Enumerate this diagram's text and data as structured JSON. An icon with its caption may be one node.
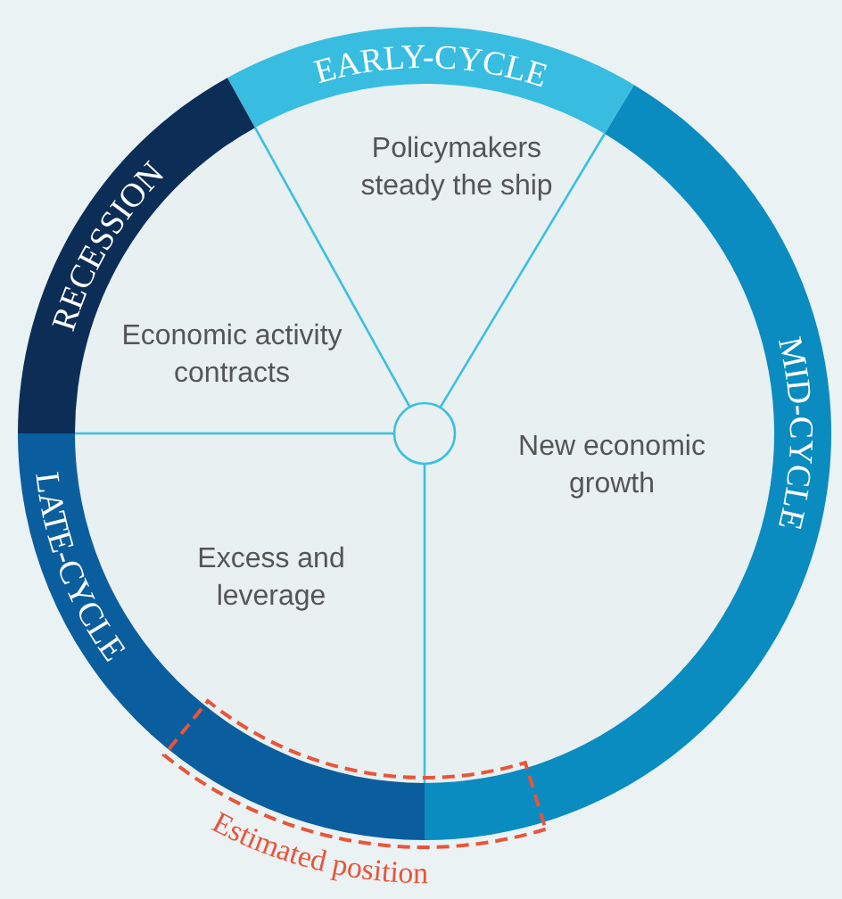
{
  "diagram": {
    "nodes": [
      {
        "text": [
          "EARLY-CYCLE"
        ]
      },
      {
        "text": [
          "MID-CYCLE"
        ]
      },
      {
        "text": [
          "LATE-CYCLE"
        ]
      },
      {
        "text": [
          "RECESSION"
        ]
      },
      {
        "text": [
          "Policymakers steady the ship"
        ]
      },
      {
        "text": [
          "Economic activity contracts"
        ]
      },
      {
        "text": [
          "New economic growth"
        ]
      },
      {
        "text": [
          "Excess and leverage"
        ]
      },
      {
        "text": [
          "Estimated position"
        ]
      }
    ]
  }
}
